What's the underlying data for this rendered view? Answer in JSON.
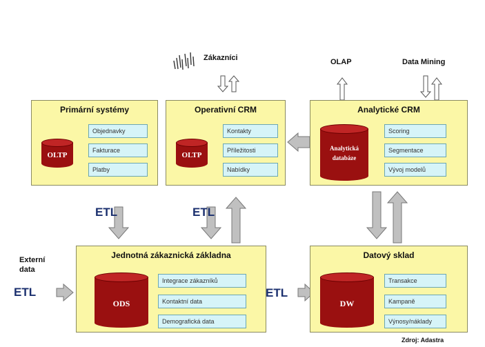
{
  "primary": {
    "title": "Primární systémy",
    "db": "OLTP",
    "items": [
      "Objednavky",
      "Fakturace",
      "Platby"
    ]
  },
  "operational": {
    "title": "Operativní CRM",
    "db": "OLTP",
    "items": [
      "Kontakty",
      "Příležitosti",
      "Nabídky"
    ]
  },
  "analytical": {
    "title": "Analytické CRM",
    "db_line1": "Analytická",
    "db_line2": "databáze",
    "items": [
      "Scoring",
      "Segmentace",
      "Vývoj modelů"
    ]
  },
  "customer_base": {
    "title": "Jednotná zákaznická základna",
    "db": "ODS",
    "items": [
      "Integrace zákazníků",
      "Kontaktní data",
      "Demografická data"
    ]
  },
  "warehouse": {
    "title": "Datový sklad",
    "db": "DW",
    "items": [
      "Transakce",
      "Kampaně",
      "Výnosy/náklady"
    ]
  },
  "labels": {
    "customers": "Zákazníci",
    "olap": "OLAP",
    "data_mining": "Data Mining",
    "external_line1": "Externí",
    "external_line2": "data",
    "source": "Zdroj: Adastra",
    "etl": "ETL"
  },
  "colors": {
    "box_fill": "#fbf7a6",
    "item_fill": "#d6f4f8",
    "db_red": "#9a1010",
    "etl_blue": "#1a2f6e",
    "arrow_grey": "#b8b8b8"
  }
}
